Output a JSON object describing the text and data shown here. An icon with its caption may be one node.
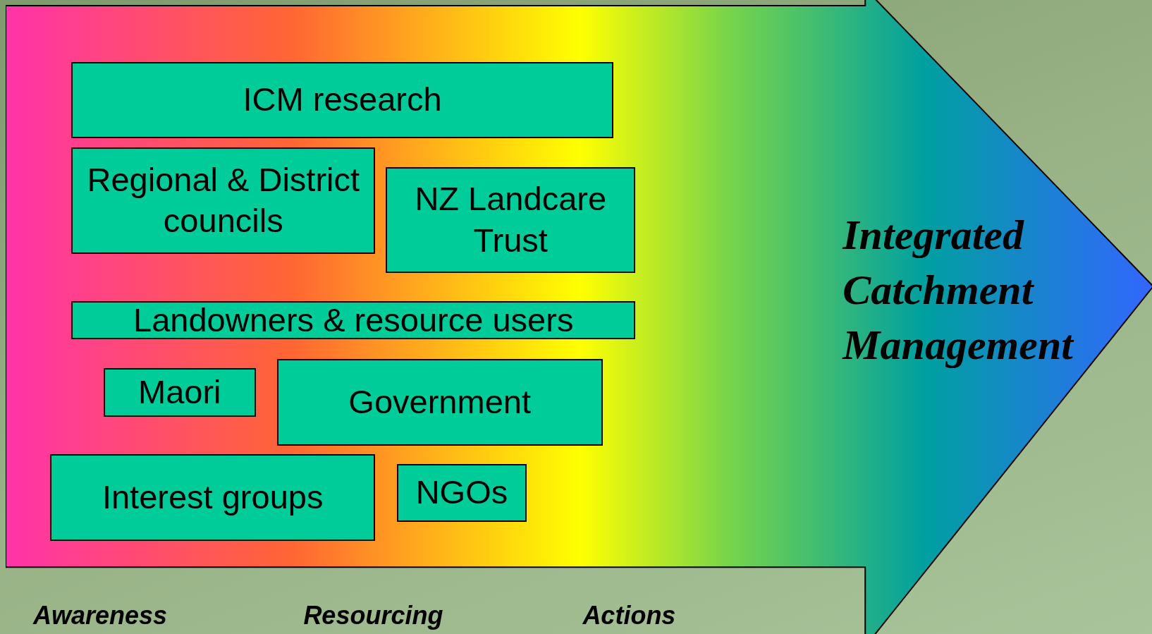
{
  "diagram": {
    "nodes": [
      {
        "text": [
          "Integrated Catchment Management"
        ]
      },
      {
        "text": [
          "ICM research"
        ],
        "in": 0
      },
      {
        "text": [
          "Regional & District councils"
        ],
        "in": 0
      },
      {
        "text": [
          "NZ Landcare Trust"
        ],
        "in": 0
      },
      {
        "text": [
          "Landowners & resource users"
        ],
        "in": 0
      },
      {
        "text": [
          "Maori"
        ],
        "in": 0
      },
      {
        "text": [
          "Government"
        ],
        "in": 0
      },
      {
        "text": [
          "Interest groups"
        ],
        "in": 0
      },
      {
        "text": [
          "NGOs"
        ],
        "in": 0
      }
    ],
    "labels": [
      "Awareness",
      "Resourcing",
      "Actions"
    ]
  }
}
